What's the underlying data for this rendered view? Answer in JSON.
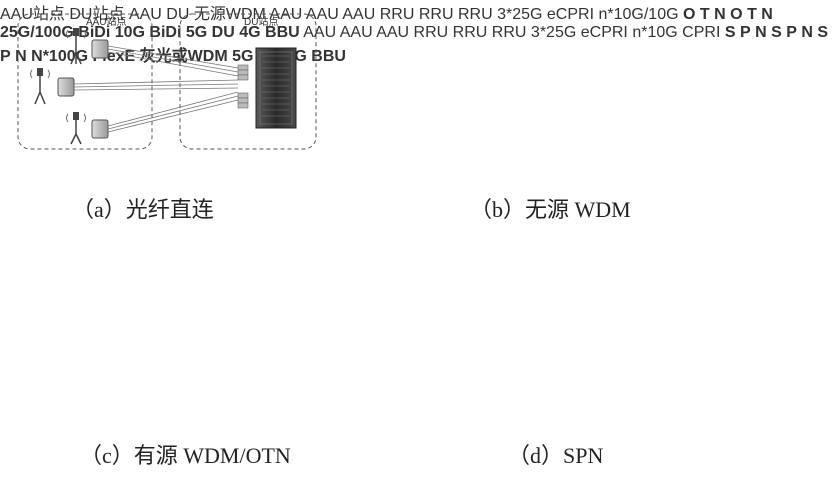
{
  "panel_a": {
    "aau_site": "AAU站点",
    "du_site": "DU站点",
    "caption": "（a）光纤直连"
  },
  "panel_b": {
    "aau_site": "AAU站点",
    "du_site": "DU站点",
    "aau_label": "AAU",
    "du_label": "DU",
    "wdm_label": "无源WDM",
    "caption": "（b）无源 WDM"
  },
  "panel_c": {
    "aau": [
      "AAU",
      "AAU",
      "AAU"
    ],
    "rru": [
      "RRU",
      "RRU",
      "RRU"
    ],
    "link_top": "3*25G eCPRI",
    "link_bottom": "n*10G/10G",
    "otn_left": [
      "O",
      "T",
      "N"
    ],
    "otn_right": [
      "O",
      "T",
      "N"
    ],
    "cloud_line1": "25G/100G BiDi",
    "cloud_line2": "10G BiDi",
    "dst_top": "5G DU",
    "dst_bottom": "4G BBU",
    "caption": "（c）有源 WDM/OTN"
  },
  "panel_d": {
    "aau": [
      "AAU",
      "AAU",
      "AAU"
    ],
    "rru": [
      "RRU",
      "RRU",
      "RRU"
    ],
    "link_top_1": "3*25G",
    "link_top_2": "eCPRI",
    "link_bottom_1": "n*10G",
    "link_bottom_2": "CPRI",
    "spn_small": [
      "S",
      "P",
      "N"
    ],
    "spn_big": [
      "S",
      "P",
      "N"
    ],
    "cloud_line1": "N*100G FlexE",
    "cloud_line2": "灰光或WDM",
    "dst_top": "5G DU",
    "dst_bottom": "4G BBU",
    "caption": "（d）SPN"
  }
}
